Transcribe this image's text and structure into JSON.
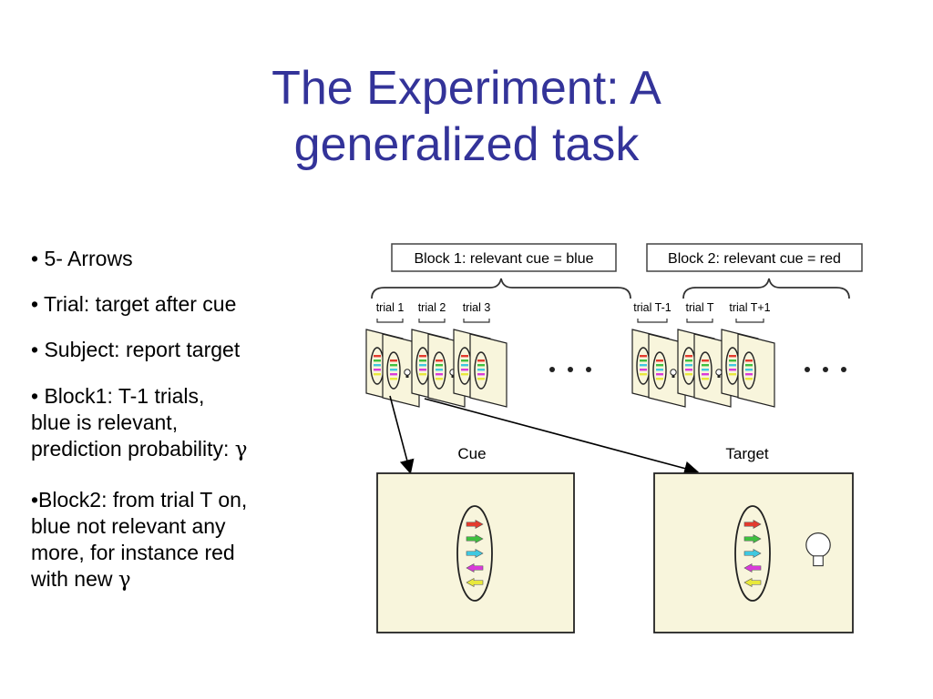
{
  "slide": {
    "title_line1": "The Experiment: A",
    "title_line2": "generalized task",
    "bullets": [
      {
        "text": "• 5- Arrows"
      },
      {
        "text": "• Trial: target after cue"
      },
      {
        "text": "• Subject: report target"
      },
      {
        "line1": "• Block1: T-1 trials,",
        "line2": "blue is relevant,",
        "line3": "prediction probability: ",
        "symbol": "γ"
      },
      {
        "line1": "•Block2: from trial T on,",
        "line2": "blue not relevant any",
        "line3": "more, for instance red",
        "line4": "with new ",
        "symbol": "γ"
      }
    ]
  },
  "figure": {
    "block1_label": "Block 1: relevant cue = blue",
    "block2_label": "Block 2: relevant cue = red",
    "trial_labels": [
      "trial 1",
      "trial 2",
      "trial 3",
      "trial T-1",
      "trial T",
      "trial T+1"
    ],
    "cue_label": "Cue",
    "target_label": "Target",
    "arrow_colors": [
      "#e33b2e",
      "#3fbf3f",
      "#3fc8e0",
      "#d93bd9",
      "#e8e83a"
    ],
    "card_color": "#f8f5dc"
  }
}
